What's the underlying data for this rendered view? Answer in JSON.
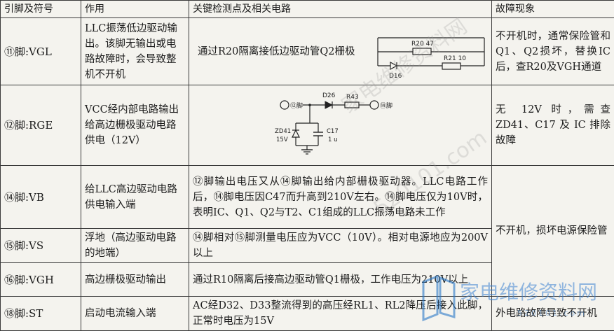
{
  "headers": {
    "pin": "引脚及符号",
    "func": "作用",
    "check": "关键检测点及相关电路",
    "fault": "故障现象"
  },
  "rows": [
    {
      "pin": "⑪脚:VGL",
      "func": "LLC振荡低边驱动输出。该脚无输出或电路故障时，会导致整机不开机",
      "check": "通过R20隔离接低边驱动管Q2栅极",
      "fault": "不开机时，通常保险管和Q1、Q2损坏，替换IC后，查R20及VGH通道",
      "diagram": {
        "r20": "R20  47",
        "r21": "R21  10",
        "d16": "D16"
      }
    },
    {
      "pin": "⑫脚:RGE",
      "func": "VCC经内部电路输出给高边栅极驱动电路供电（12V）",
      "fault": "无 12V 时，需查 ZD41、C17 及 IC 排除故障",
      "diagram": {
        "pin12": "⑫脚",
        "d26": "D26",
        "r43": "R43",
        "pin14": "⑭脚",
        "zd41": "ZD41",
        "zd41v": "15V",
        "c17": "C17",
        "c17v": "1 u"
      }
    },
    {
      "pin": "⑭脚:VB",
      "func": "给LLC高边驱动电路供电输入端",
      "check": "⑫脚输出电压又从⑭脚输出给内部栅极驱动器。LLC电路工作后，⑭脚电压因C47而升高到210V左右。⑭脚电压仅为10V时，表明IC、Q1、Q2与T2、C1组成的LLC振荡电路未工作"
    },
    {
      "pin": "⑮脚:VS",
      "func": "浮地（高边驱动电路的地端）",
      "check": "⑭脚相对⑮脚测量电压应为VCC（10V）。相对电源地应为200V以上",
      "fault": "不开机，损坏电源保险管"
    },
    {
      "pin": "⑯脚:VGH",
      "func": "高边栅极驱动输出",
      "check": "通过R10隔离后接高边驱动管Q1栅极，工作电压为210V以上"
    },
    {
      "pin": "⑱脚:ST",
      "func": "启动电流输入端",
      "check": "AC经D32、D33整流得到的高压经RL1、RL2降压后接入此脚，正常时电压为15V",
      "fault": "外电路故障导致不开机"
    }
  ],
  "watermark": {
    "brand": "家电维修资料网",
    "url": "520101.com"
  }
}
